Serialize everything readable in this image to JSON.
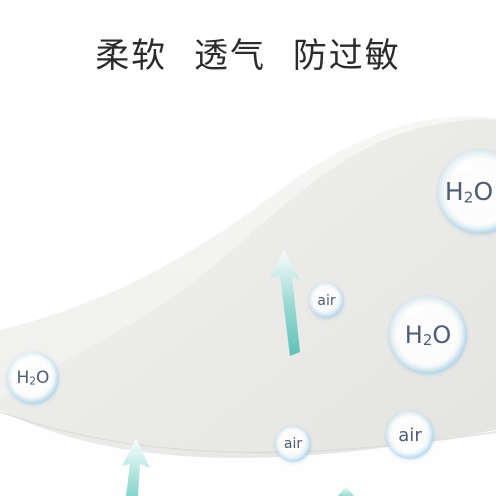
{
  "headline": {
    "words": [
      "柔软",
      "透气",
      "防过敏"
    ]
  },
  "bubbles": {
    "h2o_label_prefix": "H",
    "h2o_label_sub": "2",
    "h2o_label_suffix": "O",
    "air_label": "air"
  },
  "colors": {
    "background": "#ffffff",
    "wave_surface": "#ececea",
    "arrow_teal": "#5cc7bd",
    "text_dark": "#2b2b2b",
    "bubble_text": "#4e5d73"
  },
  "icons": [
    "upward-arrow-icon",
    "water-bubble-icon",
    "air-bubble-icon"
  ]
}
